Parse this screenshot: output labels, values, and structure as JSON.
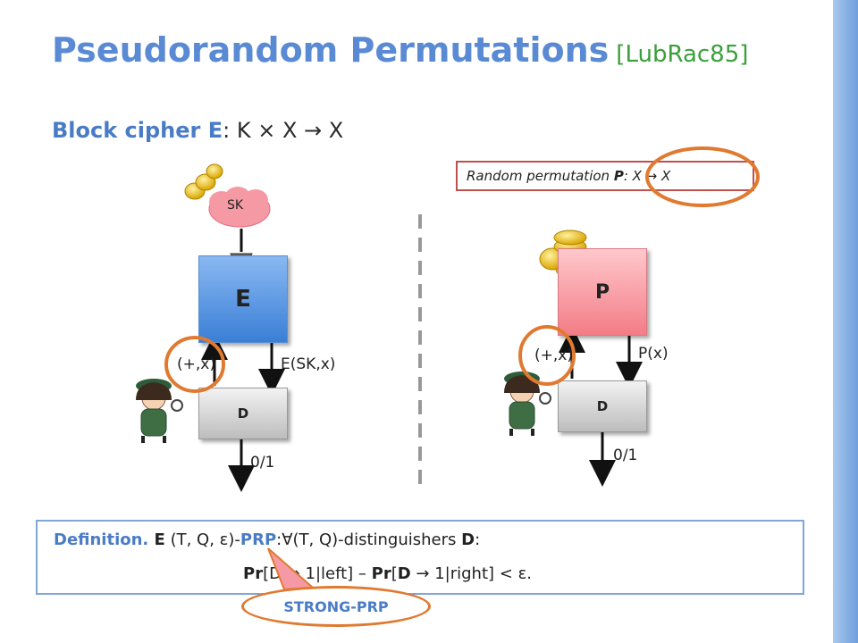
{
  "title": {
    "main": "Pseudorandom Permutations",
    "cite": "[LubRac85]"
  },
  "subtitle": {
    "prefix": "Block cipher ",
    "E": "E",
    "rest": ": K × X → X"
  },
  "random_perm": {
    "text": "Random permutation ",
    "P": "P",
    "rest": ": X → X"
  },
  "left": {
    "key": "SK",
    "box_E": "E",
    "input_label": "(+,x)",
    "output_label": "E(SK,x)",
    "box_D": "D",
    "out": "0/1"
  },
  "right": {
    "box_P": "P",
    "input_label": "(+,x)",
    "output_label": "P(x)",
    "box_D": "D",
    "out": "0/1"
  },
  "definition": {
    "label": "Definition. ",
    "E": "E",
    "params": " (T, Q, ε)-",
    "prp": "PRP",
    "rest": ":∀(T, Q)-distinguishers ",
    "D": "D",
    "colon": ":",
    "line2_pr1": "Pr",
    "line2_mid1": "[D → 1|left] – ",
    "line2_pr2": "Pr",
    "line2_mid2": "[",
    "line2_D": "D",
    "line2_end": " → 1|right] < ε."
  },
  "callout": "STRONG-PRP",
  "colors": {
    "accent_blue": "#5a8ad3",
    "green": "#3aa03a",
    "orange": "#e07a30",
    "red": "#c0504d"
  }
}
